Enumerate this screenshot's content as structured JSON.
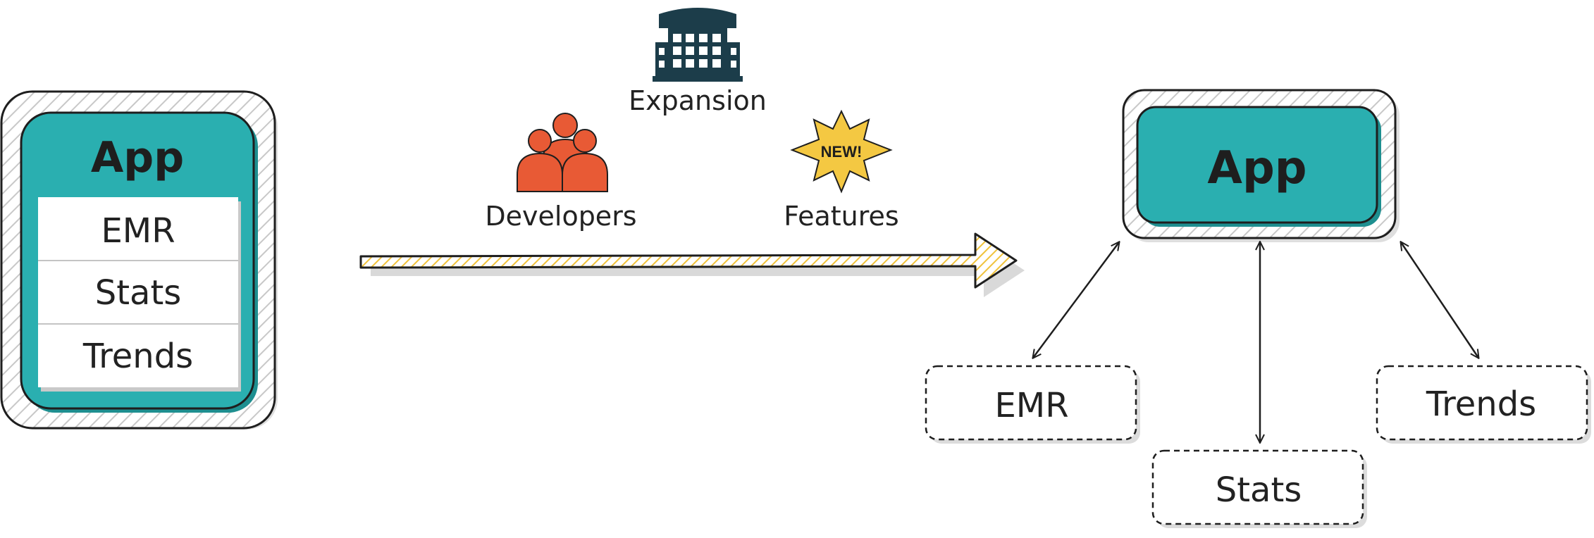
{
  "left_app": {
    "title": "App",
    "items": [
      "EMR",
      "Stats",
      "Trends"
    ]
  },
  "middle": {
    "expansion_label": "Expansion",
    "developers_label": "Developers",
    "features_label": "Features",
    "badge_text": "NEW!"
  },
  "right_app": {
    "title": "App",
    "modules": [
      "EMR",
      "Stats",
      "Trends"
    ]
  },
  "colors": {
    "teal": "#2aafb0",
    "orange": "#e85a35",
    "yellow": "#f4c842",
    "building": "#1c3d4a",
    "stroke": "#1e1e1e"
  },
  "icons": [
    "building-icon",
    "people-icon",
    "new-star-icon"
  ]
}
